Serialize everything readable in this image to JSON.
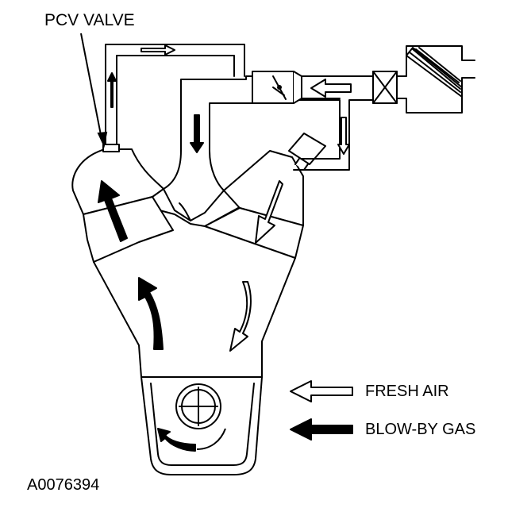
{
  "labels": {
    "pcv_valve": "PCV VALVE",
    "figure_code": "A0076394"
  },
  "legend": {
    "fresh_air": "FRESH AIR",
    "blow_by_gas": "BLOW-BY GAS"
  },
  "colors": {
    "ink": "#000000",
    "paper": "#ffffff"
  }
}
